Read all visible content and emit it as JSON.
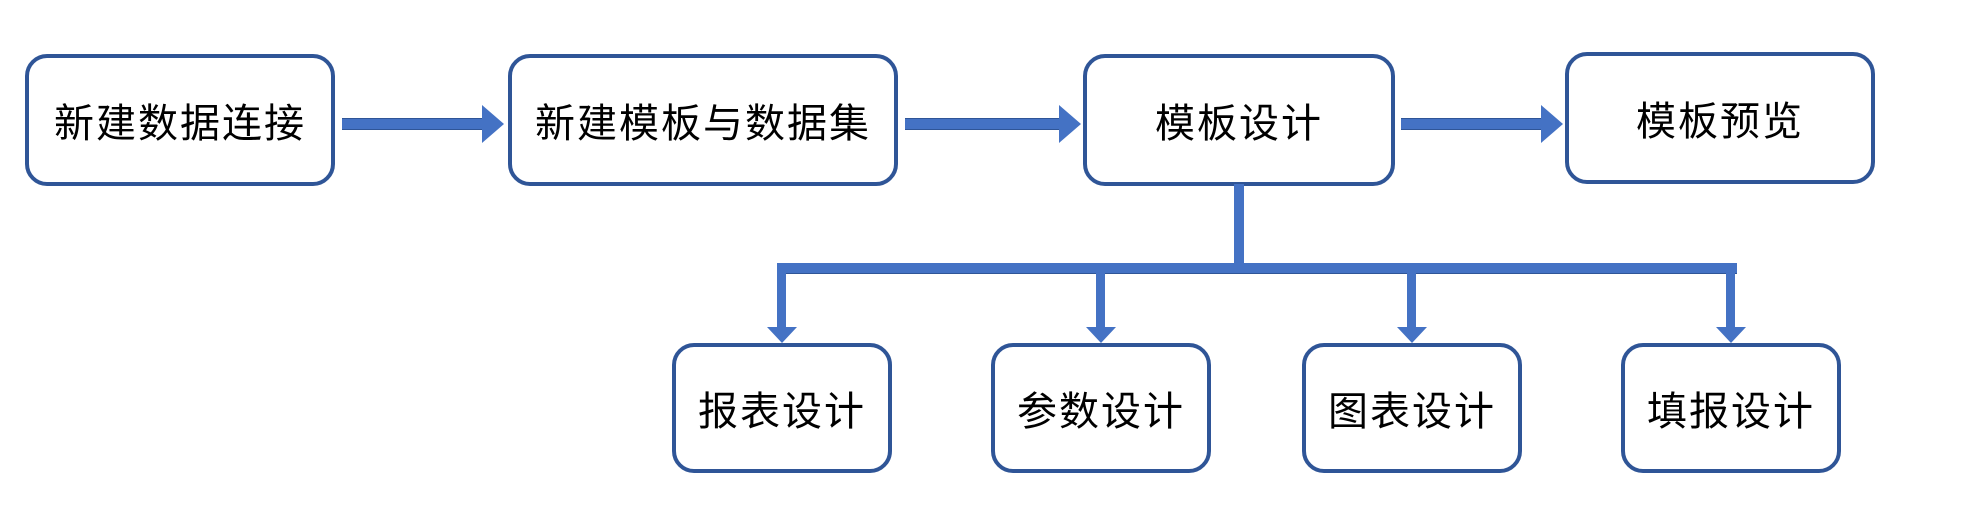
{
  "flow": {
    "main_steps": [
      {
        "label": "新建数据连接"
      },
      {
        "label": "新建模板与数据集"
      },
      {
        "label": "模板设计"
      },
      {
        "label": "模板预览"
      }
    ],
    "design_branches": [
      {
        "label": "报表设计"
      },
      {
        "label": "参数设计"
      },
      {
        "label": "图表设计"
      },
      {
        "label": "填报设计"
      }
    ]
  },
  "colors": {
    "box_border": "#2F5597",
    "arrow_fill": "#4472C4",
    "text": "#000000",
    "background": "#FFFFFF"
  }
}
